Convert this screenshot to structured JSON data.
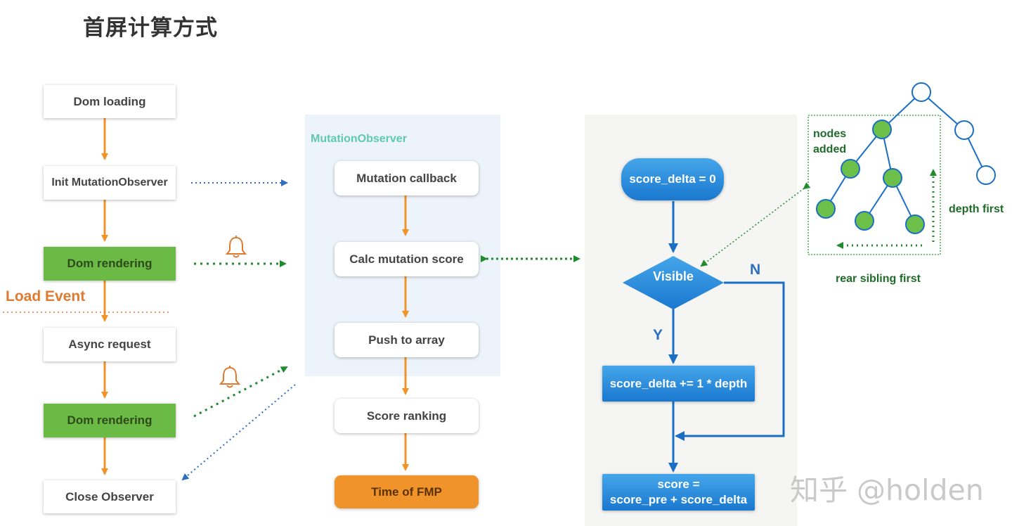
{
  "title": "首屏计算方式",
  "left_column": {
    "dom_loading": "Dom loading",
    "init_observer": "Init MutationObserver",
    "dom_rendering_1": "Dom rendering",
    "load_event": "Load Event",
    "async_request": "Async request",
    "dom_rendering_2": "Dom rendering",
    "close_observer": "Close Observer"
  },
  "middle_column": {
    "panel_label": "MutationObserver",
    "mutation_callback": "Mutation callback",
    "calc_score": "Calc mutation score",
    "push_array": "Push to array",
    "score_ranking": "Score ranking",
    "time_fmp": "Time of FMP"
  },
  "flowchart": {
    "start": "score_delta = 0",
    "decision": "Visible",
    "yes": "Y",
    "no": "N",
    "increment": "score_delta += 1 * depth",
    "result_line1": "score =",
    "result_line2": "score_pre + score_delta"
  },
  "tree": {
    "nodes_added_line1": "nodes",
    "nodes_added_line2": "added",
    "depth_first": "depth first",
    "rear_sibling_first": "rear sibling first"
  },
  "watermark": "知乎 @holden",
  "colors": {
    "orange_arrow": "#f0932a",
    "green_box": "#6cba46",
    "blue_flow": "#1a78cf",
    "green_dotted": "#1f8a2e",
    "blue_dotted": "#2b6fbe",
    "load_event": "#e07a30"
  }
}
